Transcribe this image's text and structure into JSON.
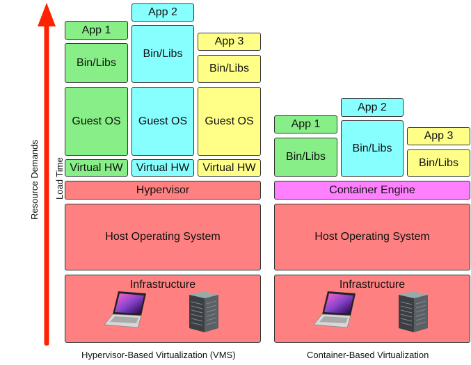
{
  "axis": {
    "resource_demands": "Resource Demands",
    "load_time": "Load Time"
  },
  "vm": {
    "caption": "Hypervisor-Based Virtualization (VMS)",
    "app1": "App 1",
    "app2": "App 2",
    "app3": "App 3",
    "binlibs1": "Bin/Libs",
    "binlibs2": "Bin/Libs",
    "binlibs3": "Bin/Libs",
    "guestos1": "Guest OS",
    "guestos2": "Guest OS",
    "guestos3": "Guest OS",
    "vhw1": "Virtual HW",
    "vhw2": "Virtual HW",
    "vhw3": "Virtual HW",
    "hypervisor": "Hypervisor",
    "host_os": "Host Operating System",
    "infrastructure": "Infrastructure"
  },
  "container": {
    "caption": "Container-Based Virtualization",
    "app1": "App 1",
    "app2": "App 2",
    "app3": "App 3",
    "binlibs1": "Bin/Libs",
    "binlibs2": "Bin/Libs",
    "binlibs3": "Bin/Libs",
    "engine": "Container Engine",
    "host_os": "Host Operating System",
    "infrastructure": "Infrastructure"
  },
  "colors": {
    "arrow": "#ff2200",
    "green": "#88ee88",
    "cyan": "#88ffff",
    "yellow": "#ffff88",
    "red": "#ff8080",
    "pink": "#ff80ff"
  },
  "icons": [
    "laptop-icon",
    "server-rack-icon"
  ]
}
